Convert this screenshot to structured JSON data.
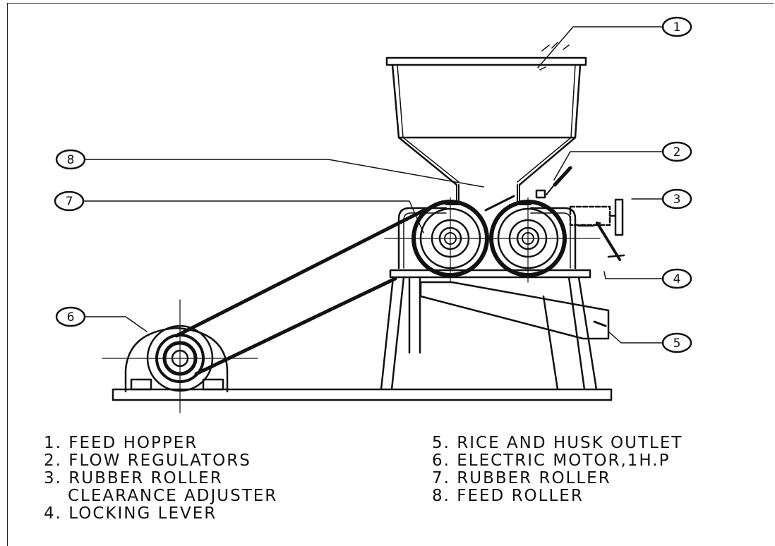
{
  "callouts": [
    "1",
    "2",
    "3",
    "4",
    "5",
    "6",
    "7",
    "8"
  ],
  "legend_left": [
    {
      "num": "1.",
      "text": "FEED HOPPER"
    },
    {
      "num": "2.",
      "text": "FLOW REGULATORS"
    },
    {
      "num": "3.",
      "text": "RUBBER ROLLER"
    },
    {
      "num": "",
      "text": "CLEARANCE ADJUSTER"
    },
    {
      "num": "4.",
      "text": "LOCKING LEVER"
    }
  ],
  "legend_right": [
    {
      "num": "5.",
      "text": "RICE AND HUSK OUTLET"
    },
    {
      "num": "6.",
      "text": "ELECTRIC MOTOR,1H.P"
    },
    {
      "num": "7.",
      "text": "RUBBER ROLLER"
    },
    {
      "num": "8.",
      "text": "FEED ROLLER"
    }
  ]
}
